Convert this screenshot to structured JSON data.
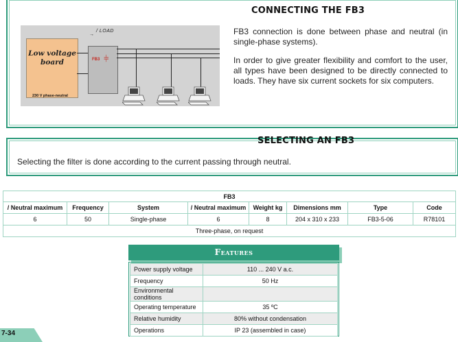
{
  "section1": {
    "title": "CONNECTING THE FB3",
    "para1": "FB3 connection is done between phase and neutral (in single-phase systems).",
    "para2": "In order to give greater flexibility and comfort to the user, all types have been designed to be directly connected to loads. They have six current sockets for six computers."
  },
  "diagram": {
    "board_label": "Low voltage board",
    "load_label": "/ LOAD",
    "fb3_label": "FB3",
    "voltage_label": "230 V phase-neutral"
  },
  "section2": {
    "title": "SELECTING AN FB3",
    "text": "Selecting the filter is done according to the current passing through neutral."
  },
  "fb3_table": {
    "title": "FB3",
    "headers": [
      "/ Neutral maximum",
      "Frequency",
      "System",
      "/ Neutral maximum",
      "Weight kg",
      "Dimensions mm",
      "Type",
      "Code"
    ],
    "row": [
      "6",
      "50",
      "Single-phase",
      "6",
      "8",
      "204 x 310 x 233",
      "FB3-5-06",
      "R78101"
    ],
    "footer": "Three-phase, on request"
  },
  "features": {
    "title": "Features",
    "rows": [
      {
        "label": "Power supply voltage",
        "value": "110 ... 240 V a.c."
      },
      {
        "label": "Frequency",
        "value": "50 Hz"
      },
      {
        "label": "Environmental conditions",
        "value": ""
      },
      {
        "label": "Operating temperature",
        "value": "35 ºC"
      },
      {
        "label": "Relative humidity",
        "value": "80% without condensation"
      },
      {
        "label": "Operations",
        "value": "IP 23 (assembled in case)"
      }
    ]
  },
  "page_number": "7-34",
  "colors": {
    "accent": "#2e9b7c",
    "accent_light": "#8ccfb8",
    "board": "#f4c28f",
    "diagram_bg": "#d3d3d3"
  }
}
